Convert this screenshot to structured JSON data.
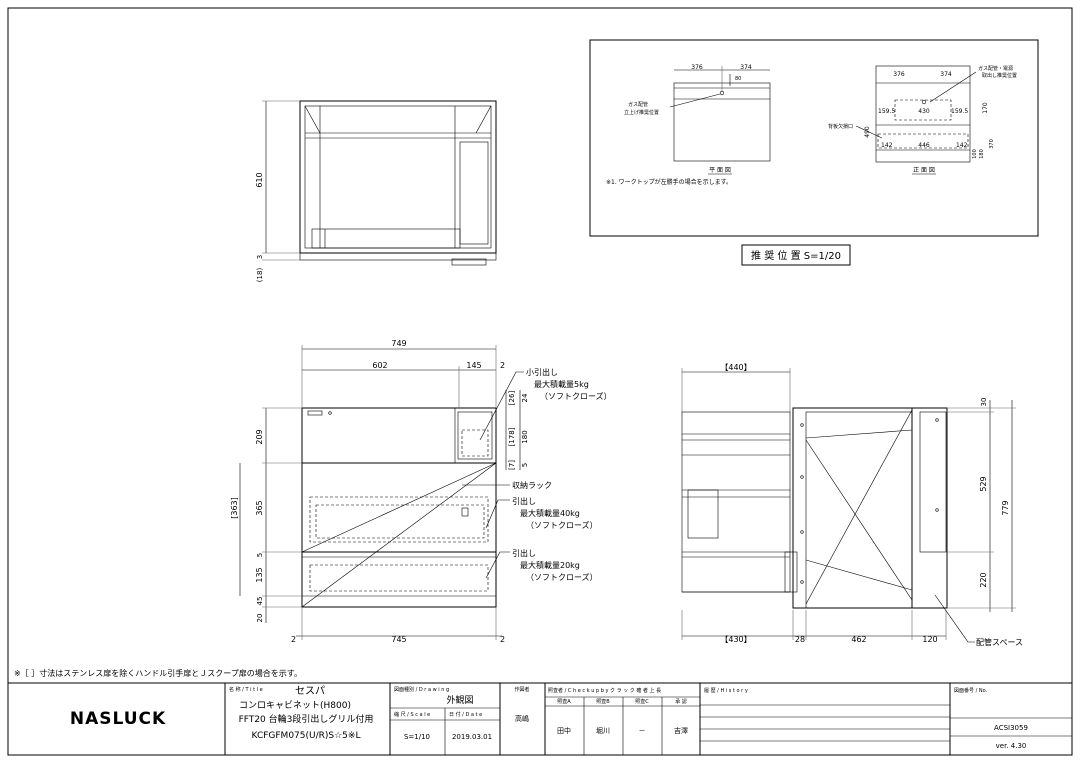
{
  "views": {
    "top": {
      "dims": {
        "depth": "610",
        "gap": "3",
        "gap_paren": "(18)"
      }
    },
    "front": {
      "dims": {
        "overall_width": "749",
        "w602": "602",
        "w145": "145",
        "w2a": "2",
        "h209": "209",
        "h365": "365",
        "h5a": "5",
        "h135": "135",
        "h45": "45",
        "h20": "20",
        "h363": "[363]",
        "r26": "[26]",
        "r24": "24",
        "r178": "[178]",
        "r180": "180",
        "r7": "[7]",
        "r5": "5",
        "b2l": "2",
        "b745": "745",
        "b2r": "2"
      },
      "notes": {
        "small_drawer": [
          "小引出し",
          "最大積載量5kg",
          "（ソフトクローズ）"
        ],
        "rack": "収納ラック",
        "drawer1": [
          "引出し",
          "最大積載量40kg",
          "（ソフトクローズ）"
        ],
        "drawer2": [
          "引出し",
          "最大積載量20kg",
          "（ソフトクローズ）"
        ]
      }
    },
    "side": {
      "dims": {
        "top_bracket": "【440】",
        "bottom_bracket": "【430】",
        "d28": "28",
        "d462": "462",
        "d120": "120",
        "h30": "30",
        "h529": "529",
        "h220": "220",
        "h779": "779"
      },
      "notes": {
        "pipe_space": "配管スペース"
      }
    },
    "inset": {
      "plan": {
        "d376": "376",
        "d374": "374",
        "d80": "80",
        "label": [
          "ガス配管",
          "立上げ推奨位置"
        ],
        "caption": "平 面 図"
      },
      "elev": {
        "d376": "376",
        "d374": "374",
        "d159a": "159.5",
        "d430": "430",
        "d159b": "159.5",
        "d170": "170",
        "d490": "490",
        "d142a": "142",
        "d446": "446",
        "d142b": "142",
        "d100": "100",
        "d180": "180",
        "d370": "370",
        "gas_note": [
          "ガス配管・電源",
          "取出し推奨位置"
        ],
        "back_open": "背板欠損口",
        "caption": "正 面 図"
      },
      "footnote": "※1. ワークトップが左勝手の場合を示します。",
      "title": "推 奨 位 置  S=1/20"
    }
  },
  "footnote": "※［ ］寸法はステンレス扉を除くハンドル引手扉とＪスクープ扉の場合を示す。",
  "title_block": {
    "logo": "NASLUCK",
    "name_label": "名 称 / T i t l e",
    "name_line1": "セスパ",
    "name_line2": "コンロキャビネット(H800)",
    "name_line3": "FFT20 台輪3段引出しグリル付用",
    "name_line4": "KCFGFM075(U/R)S☆5※L",
    "drawing_label": "図面種別 / D r a w i n g",
    "drawing_value": "外観図",
    "scale_label": "縮 尺 / S c a l e",
    "scale_value": "S=1/10",
    "date_label": "日 付 / D a t e",
    "date_value": "2019.03.01",
    "author_label": "作図者",
    "author_value": "高嶋",
    "check_label": "照査者 / C h e c k   u p   b y   ク ラ ッ ク 確 者 上 長",
    "check_sub": [
      "照査A",
      "照査B",
      "照査C",
      "承 認"
    ],
    "check_values": [
      "田中",
      "堀川",
      "－",
      "吉澤"
    ],
    "history_label": "履 歴 / H i s t o r y",
    "number_label": "図面番号 / No.",
    "number_value": "ACSI3059",
    "version_value": "ver. 4.30"
  }
}
